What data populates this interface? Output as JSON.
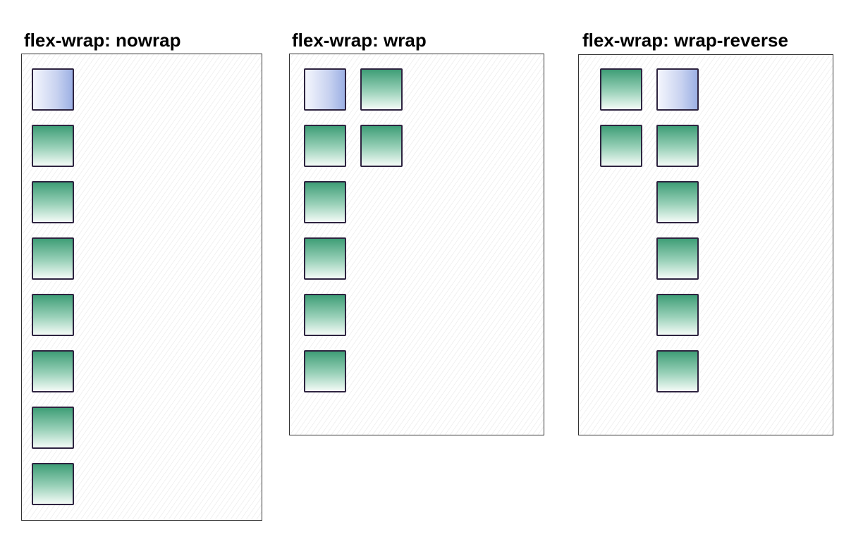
{
  "panels": [
    {
      "title": "flex-wrap: nowrap",
      "items": [
        {
          "color": "blue"
        },
        {
          "color": "green"
        },
        {
          "color": "green"
        },
        {
          "color": "green"
        },
        {
          "color": "green"
        },
        {
          "color": "green"
        },
        {
          "color": "green"
        },
        {
          "color": "green"
        }
      ]
    },
    {
      "title": "flex-wrap: wrap",
      "items": [
        {
          "color": "blue"
        },
        {
          "color": "green"
        },
        {
          "color": "green"
        },
        {
          "color": "green"
        },
        {
          "color": "green"
        },
        {
          "color": "green"
        },
        {
          "color": "green"
        },
        {
          "color": "green"
        }
      ]
    },
    {
      "title": "flex-wrap: wrap-reverse",
      "items": [
        {
          "color": "green"
        },
        {
          "color": "blue"
        },
        {
          "color": "green"
        },
        {
          "color": "green"
        },
        {
          "color": "green"
        },
        {
          "color": "green"
        },
        {
          "color": "green"
        },
        {
          "color": "green"
        }
      ]
    }
  ],
  "colors": {
    "green_top": "#3f9e77",
    "blue_edge": "#9cb0e4",
    "outline": "#2e2440"
  }
}
